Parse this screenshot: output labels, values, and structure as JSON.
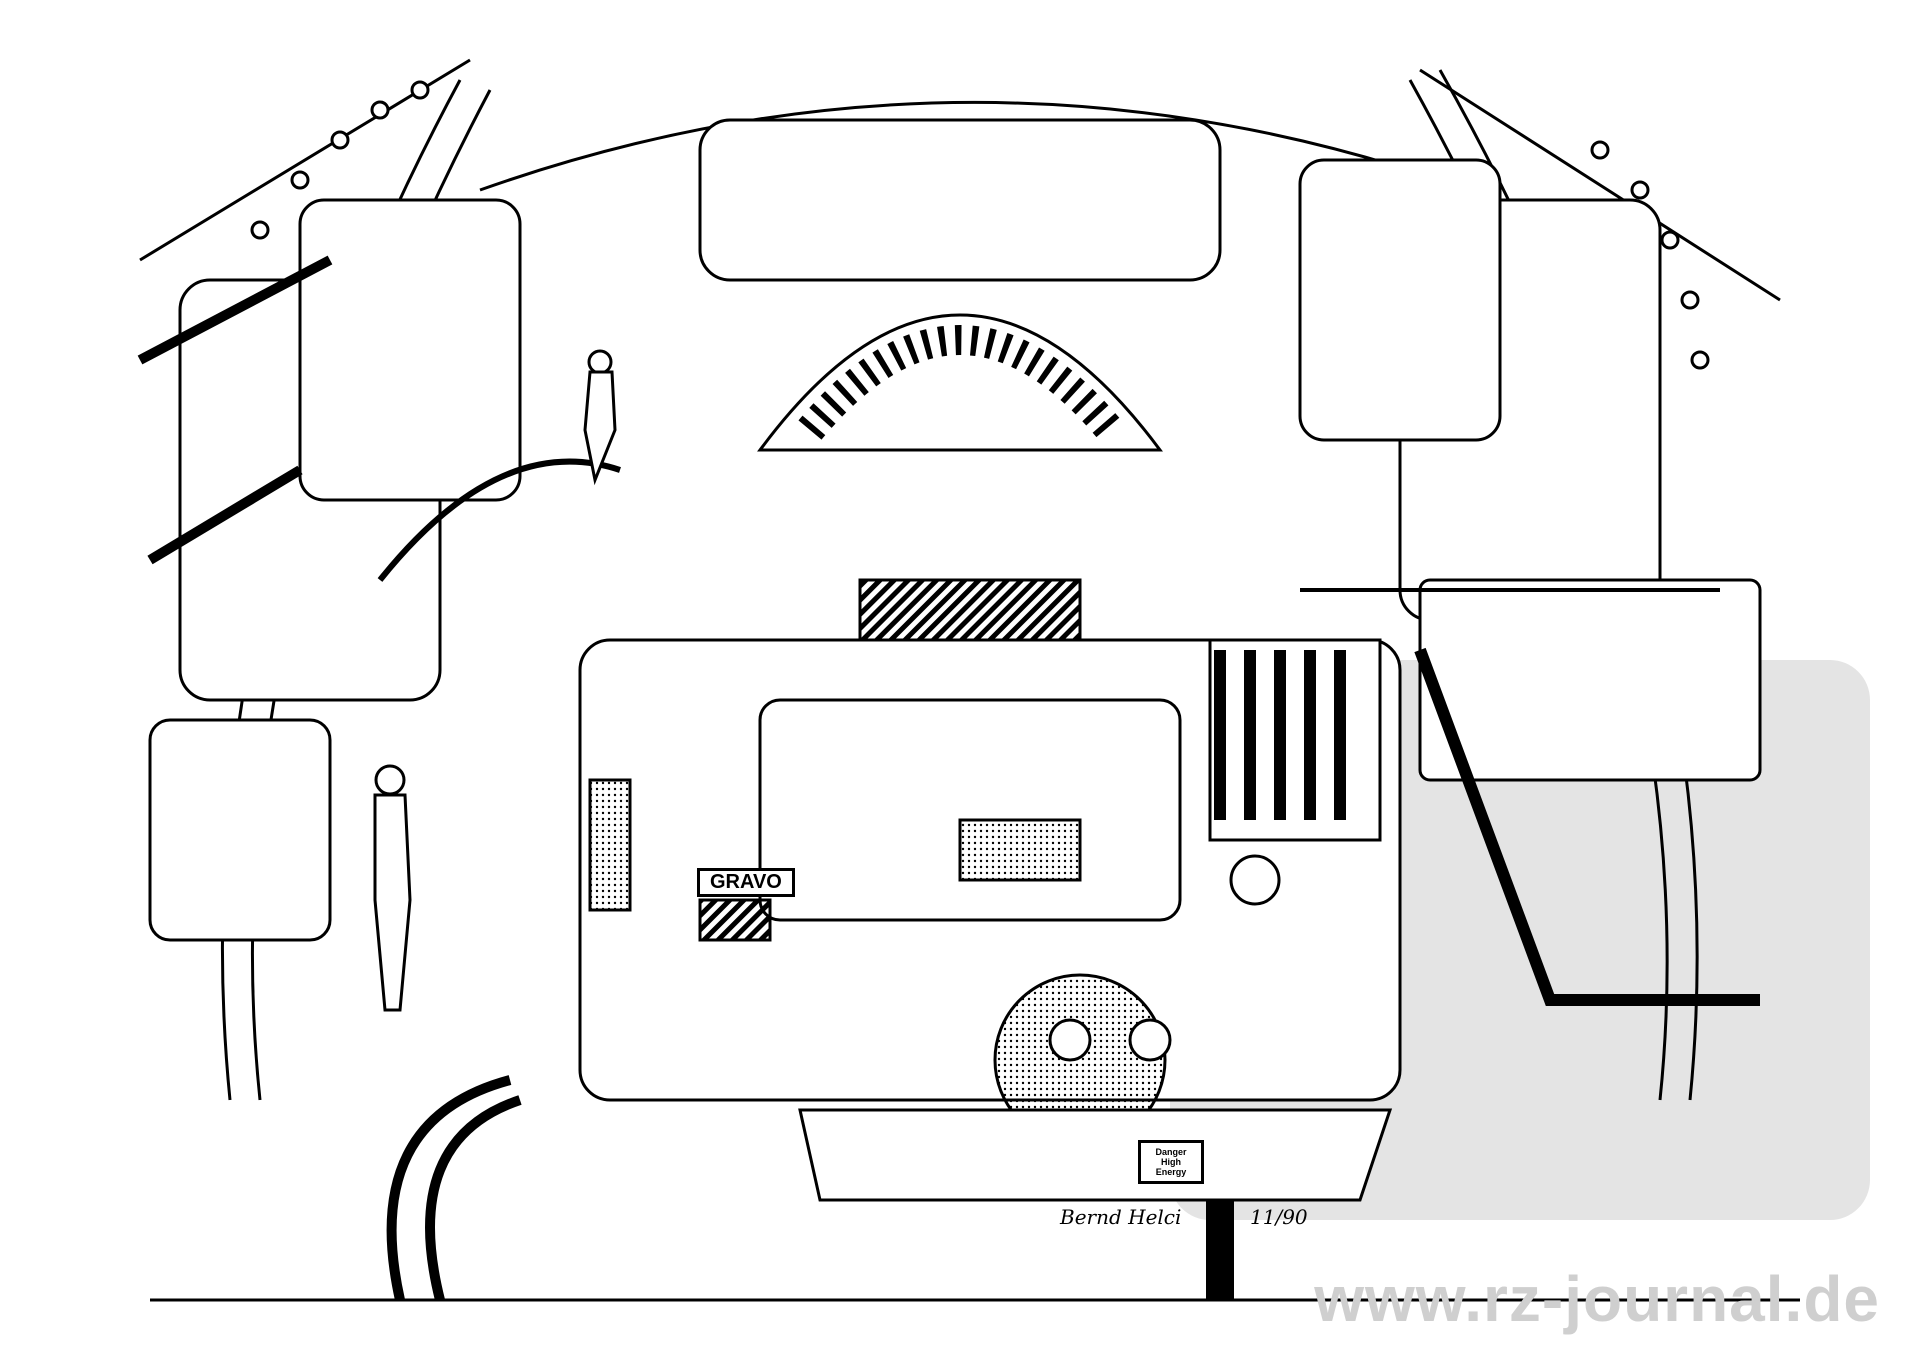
{
  "artwork": {
    "machine_label": "GRAVO",
    "warning_label": "Danger High Energy",
    "signature": "Bernd Helci",
    "date": "11/90"
  },
  "watermark": {
    "text": "www.rz-journal.de",
    "color": "#cfcfcf"
  },
  "colors": {
    "ink": "#000000",
    "paper": "#ffffff",
    "halftone": "#9a9a9a"
  }
}
